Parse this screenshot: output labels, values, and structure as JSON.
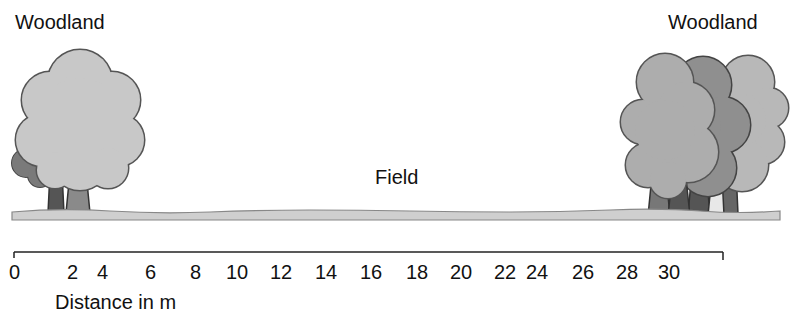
{
  "diagram": {
    "labels": [
      "Woodland",
      "Woodland",
      "Field",
      "0",
      "2",
      "4",
      "6",
      "8",
      "10",
      "12",
      "14",
      "16",
      "18",
      "20",
      "22",
      "24",
      "26",
      "28",
      "30",
      "Distance in m"
    ]
  }
}
